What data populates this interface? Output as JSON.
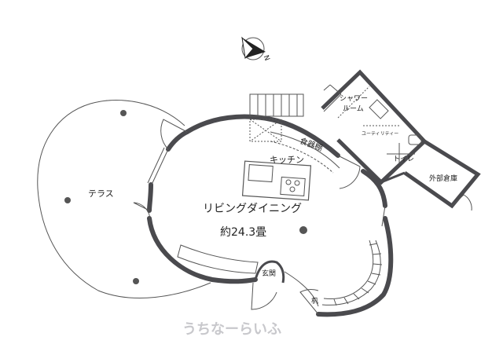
{
  "compass": {
    "label": "N",
    "icon": "north-arrow-icon"
  },
  "rooms": {
    "terrace": "テラス",
    "living": "リビングダイニング",
    "area": "約24.3畳",
    "kitchen": "キッチン",
    "pantry": "食器棚",
    "shower": "シャワー\nルーム",
    "utility": "ユーティリティー",
    "toilet": "トイレ",
    "storage": "外部倉庫",
    "entrance": "玄関",
    "desk": "机"
  },
  "watermark": "うちなーらいふ",
  "colors": {
    "wall": "#4a4a4e",
    "line": "#555555",
    "bg": "#ffffff",
    "watermark": "#c8c8cc"
  }
}
